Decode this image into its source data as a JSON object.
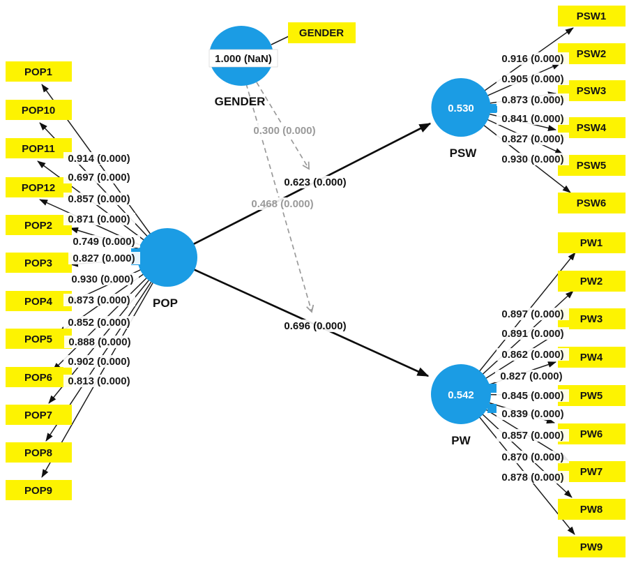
{
  "nodes": {
    "gender": {
      "name": "GENDER",
      "score": "1.000 (NaN)",
      "indicator": "GENDER"
    },
    "pop": {
      "name": "POP",
      "indicators": [
        "POP1",
        "POP10",
        "POP11",
        "POP12",
        "POP2",
        "POP3",
        "POP4",
        "POP5",
        "POP6",
        "POP7",
        "POP8",
        "POP9"
      ],
      "loadings": [
        "0.914 (0.000)",
        "0.697 (0.000)",
        "0.857 (0.000)",
        "0.871 (0.000)",
        "0.749 (0.000)",
        "0.827 (0.000)",
        "0.930 (0.000)",
        "0.873 (0.000)",
        "0.852 (0.000)",
        "0.888 (0.000)",
        "0.902 (0.000)",
        "0.813 (0.000)"
      ]
    },
    "psw": {
      "name": "PSW",
      "r2": "0.530",
      "indicators": [
        "PSW1",
        "PSW2",
        "PSW3",
        "PSW4",
        "PSW5",
        "PSW6"
      ],
      "loadings": [
        "0.916 (0.000)",
        "0.905 (0.000)",
        "0.873 (0.000)",
        "0.841 (0.000)",
        "0.827 (0.000)",
        "0.930 (0.000)"
      ]
    },
    "pw": {
      "name": "PW",
      "r2": "0.542",
      "indicators": [
        "PW1",
        "PW2",
        "PW3",
        "PW4",
        "PW5",
        "PW6",
        "PW7",
        "PW8",
        "PW9"
      ],
      "loadings": [
        "0.897 (0.000)",
        "0.891 (0.000)",
        "0.862 (0.000)",
        "0.827 (0.000)",
        "0.845 (0.000)",
        "0.839 (0.000)",
        "0.857 (0.000)",
        "0.870 (0.000)",
        "0.878 (0.000)"
      ]
    }
  },
  "paths": {
    "gender_psw": "0.300 (0.000)",
    "pop_psw": "0.623 (0.000)",
    "gender_pw": "0.468 (0.000)",
    "pop_pw": "0.696 (0.000)"
  },
  "colors": {
    "latent_node": "#1B9CE4",
    "indicator_box": "#FDF301",
    "muted_path": "#9A9A9A",
    "r2_text": "#FFFFFF"
  }
}
